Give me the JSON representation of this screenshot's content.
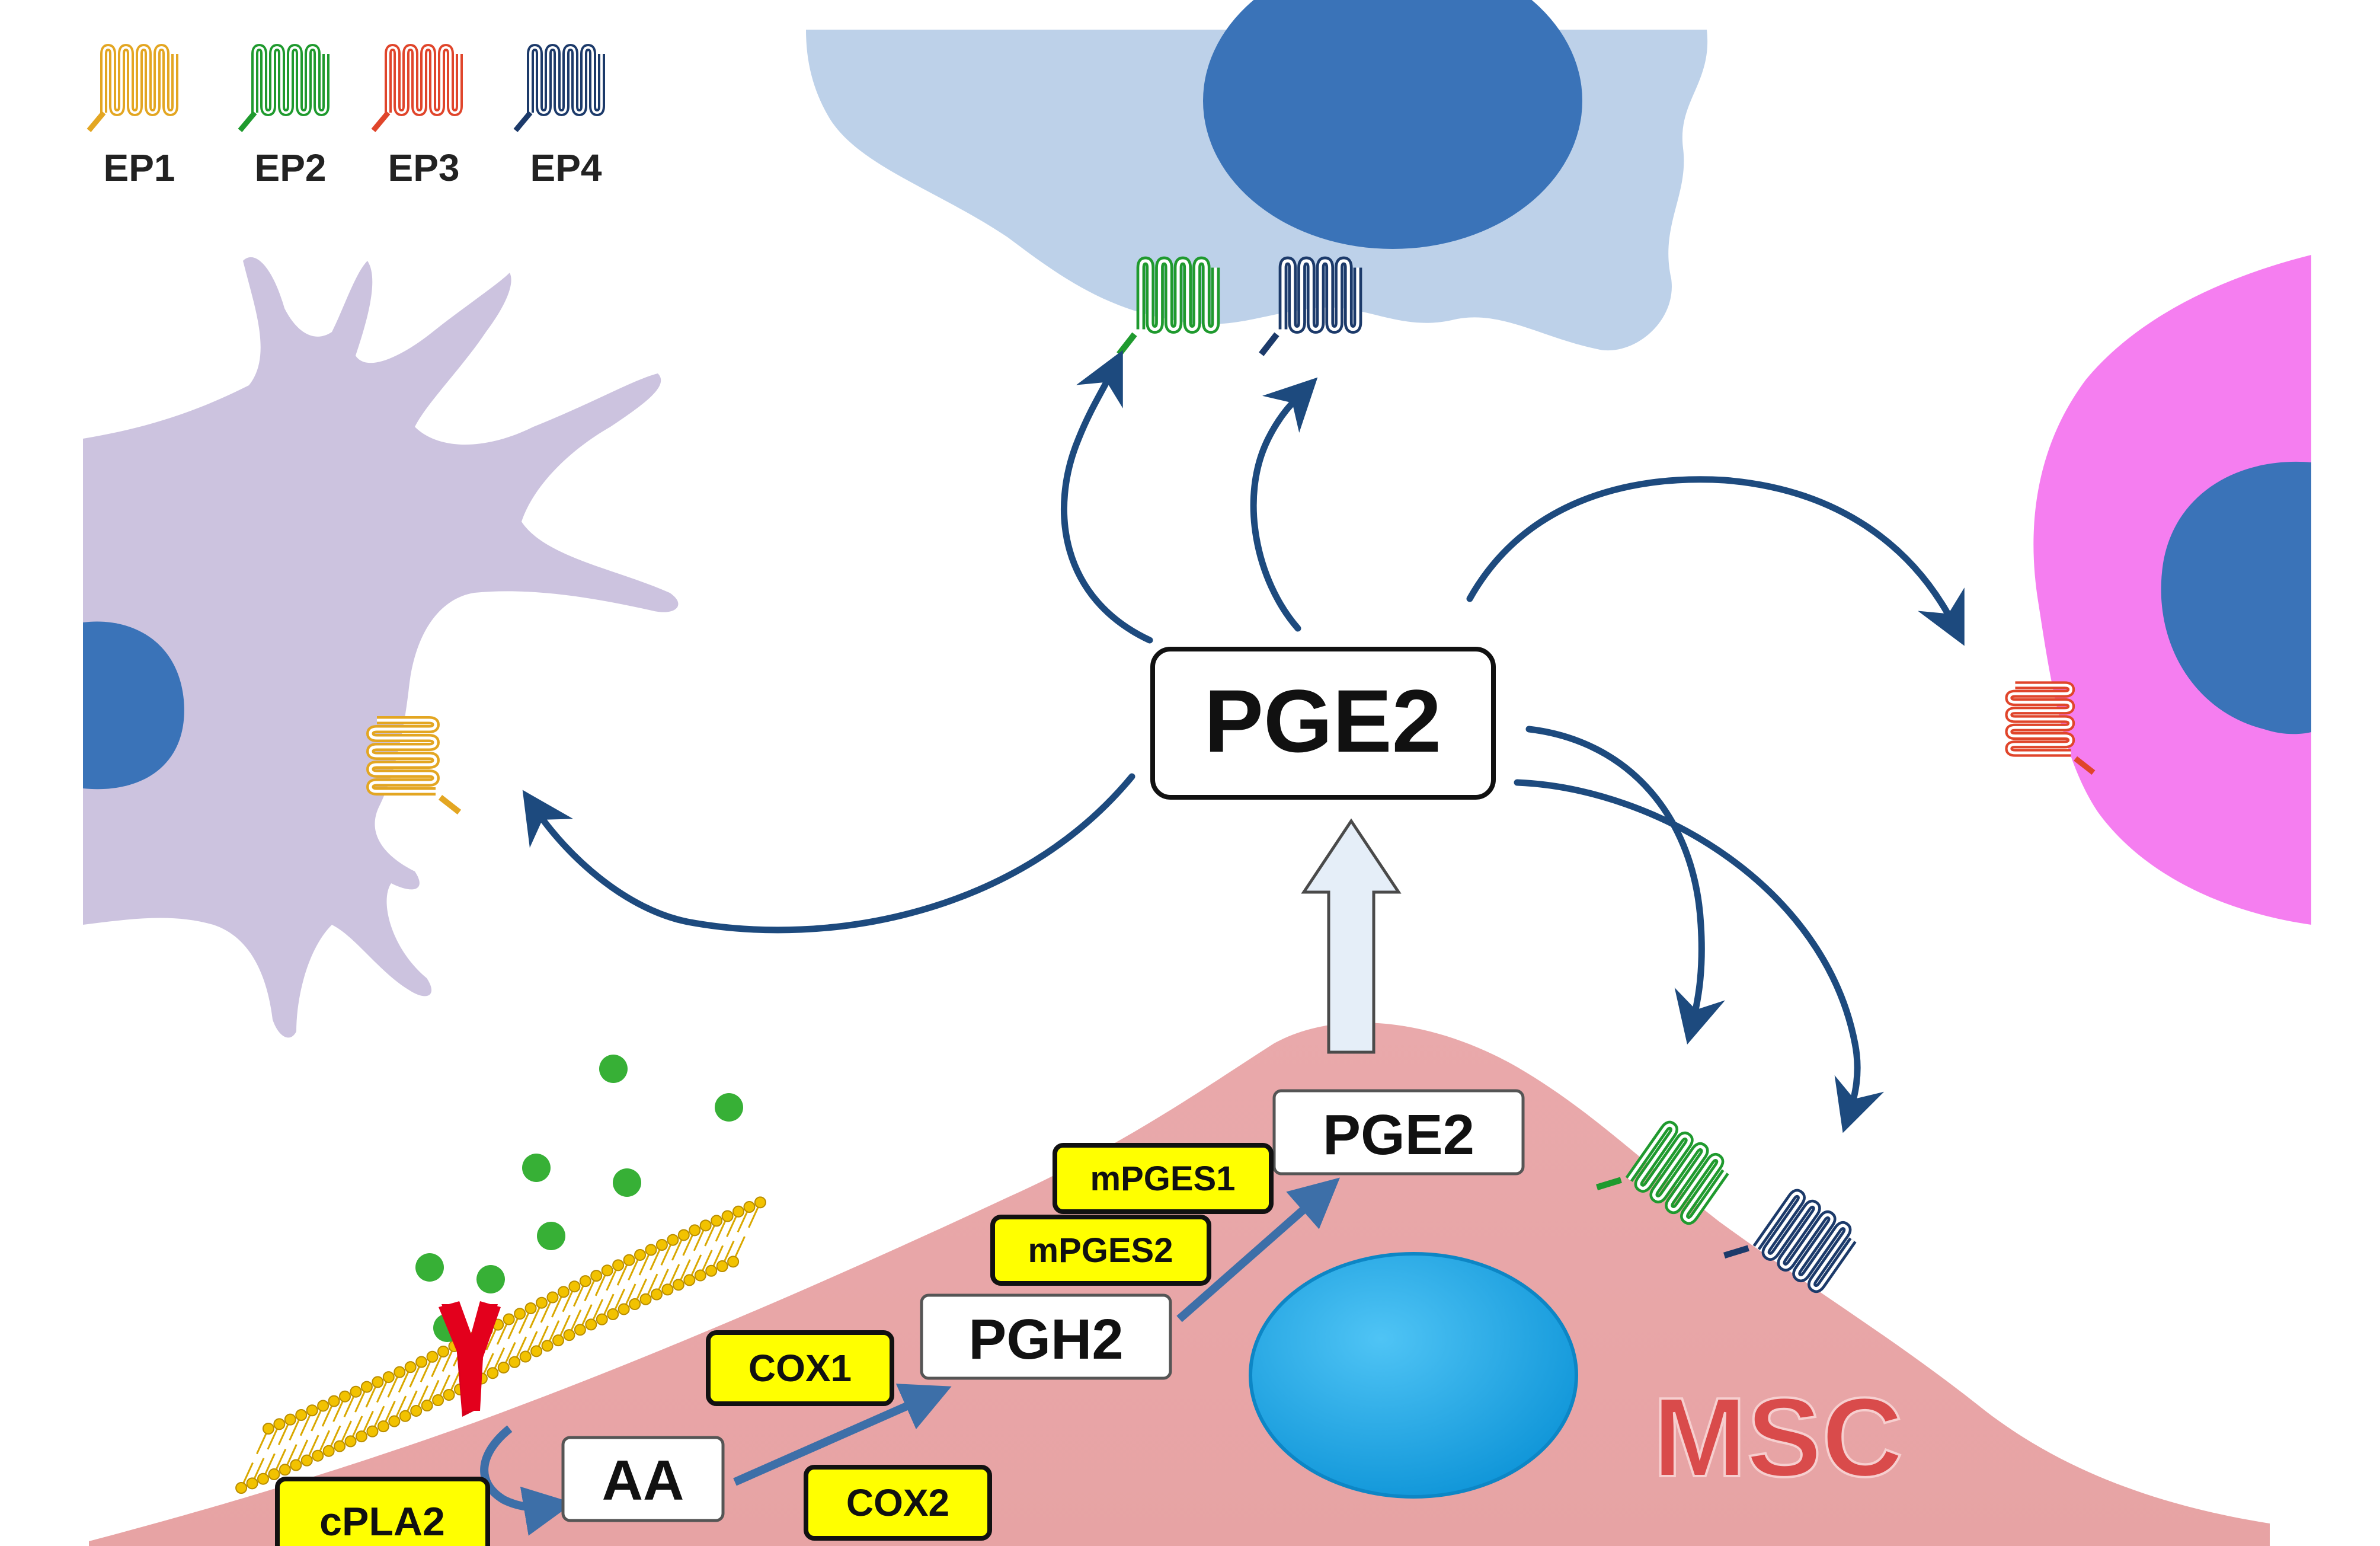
{
  "legend": [
    {
      "label": "EP1",
      "color": "#e3a622"
    },
    {
      "label": "EP2",
      "color": "#1f9a2e"
    },
    {
      "label": "EP3",
      "color": "#e0452b"
    },
    {
      "label": "EP4",
      "color": "#1c3a6a"
    }
  ],
  "center_label": "PGE2",
  "cell_label": "MSC",
  "pathway": {
    "aa": "AA",
    "pgh2": "PGH2",
    "pge2": "PGE2"
  },
  "enzymes": {
    "cpla2": "cPLA2",
    "cox1": "COX1",
    "cox2": "COX2",
    "mpges1": "mPGES1",
    "mpges2": "mPGES2"
  },
  "colors": {
    "arrow": "#1d4a7e",
    "enzyme_fill": "#ffff00",
    "msc_cell": "#eaa6a8",
    "dendritic_cell": "#cdc4e0",
    "top_cell": "#bcd0e8",
    "pink_cell": "#f57ef0",
    "nucleus": "#3a73b8",
    "msc_nucleus": "#1fa8e6",
    "msc_text": "#d94b4b"
  }
}
